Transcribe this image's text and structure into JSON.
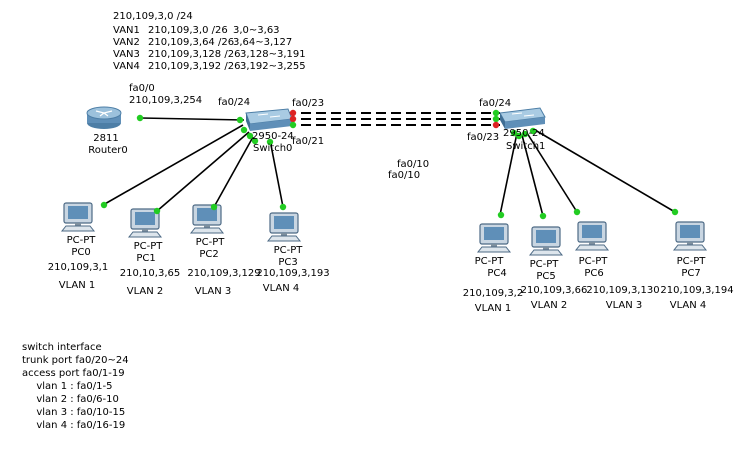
{
  "addressing": {
    "network": "210,109,3,0 /24",
    "rows": [
      {
        "name": "VAN1",
        "subnet": "210,109,3,0 /26",
        "range": "3,0~3,63"
      },
      {
        "name": "VAN2",
        "subnet": "210,109,3,64 /26",
        "range": "3,64~3,127"
      },
      {
        "name": "VAN3",
        "subnet": "210,109,3,128 /26",
        "range": "3,128~3,191"
      },
      {
        "name": "VAN4",
        "subnet": "210,109,3,192 /26",
        "range": "3,192~3,255"
      }
    ]
  },
  "router": {
    "model": "2811",
    "name": "Router0",
    "iface": "fa0/0",
    "ip": "210,109,3,254"
  },
  "switch0": {
    "label": "2950-24",
    "name": "Switch0",
    "iface_router": "fa0/24",
    "iface_trunk1": "fa0/23",
    "iface_trunk2": "fa0/21"
  },
  "switch1": {
    "label": "2950-24",
    "name": "Switch1",
    "iface_trunk1": "fa0/24",
    "iface_trunk2": "fa0/23"
  },
  "trunk_note": {
    "line1": "fa0/10",
    "line2": "fa0/10"
  },
  "pcs": [
    {
      "type": "PC-PT",
      "name": "PC0",
      "ip": "210,109,3,1",
      "vlan": "VLAN 1"
    },
    {
      "type": "PC-PT",
      "name": "PC1",
      "ip": "210,10,3,65",
      "vlan": "VLAN 2"
    },
    {
      "type": "PC-PT",
      "name": "PC2",
      "ip": "210,109,3,129",
      "vlan": "VLAN 3"
    },
    {
      "type": "PC-PT",
      "name": "PC3",
      "ip": "210,109,3,193",
      "vlan": "VLAN 4"
    },
    {
      "type": "PC-PT",
      "name": "PC4",
      "ip": "210,109,3,2",
      "vlan": "VLAN 1"
    },
    {
      "type": "PC-PT",
      "name": "PC5",
      "ip": "210,109,3,66",
      "vlan": "VLAN 2"
    },
    {
      "type": "PC-PT",
      "name": "PC6",
      "ip": "210,109,3,130",
      "vlan": "VLAN 3"
    },
    {
      "type": "PC-PT",
      "name": "PC7",
      "ip": "210,109,3,194",
      "vlan": "VLAN 4"
    }
  ],
  "switch_notes": [
    "switch interface",
    "trunk port fa0/20~24",
    "access port fa0/1-19",
    "  vlan 1 : fa0/1-5",
    "  vlan 2 : fa0/6-10",
    "  vlan 3 : fa0/10-15",
    "  vlan 4 : fa0/16-19"
  ],
  "colors": {
    "link": "#000000",
    "port_up": "#22cc22",
    "port_down": "#dd2222",
    "device": "#5f8fb8"
  }
}
